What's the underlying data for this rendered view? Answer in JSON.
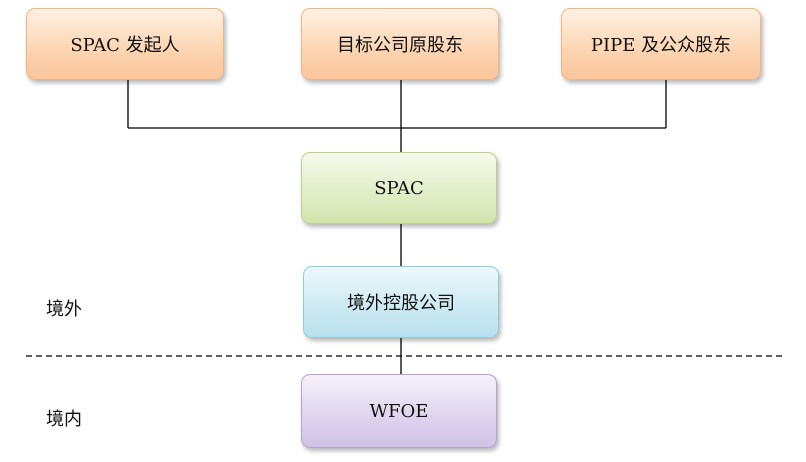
{
  "nodes": {
    "sponsor": "SPAC 发起人",
    "target_shareholders": "目标公司原股东",
    "pipe": "PIPE 及公众股东",
    "spac": "SPAC",
    "offshore_holding": "境外控股公司",
    "wfoe": "WFOE"
  },
  "regions": {
    "offshore": "境外",
    "onshore": "境内"
  }
}
